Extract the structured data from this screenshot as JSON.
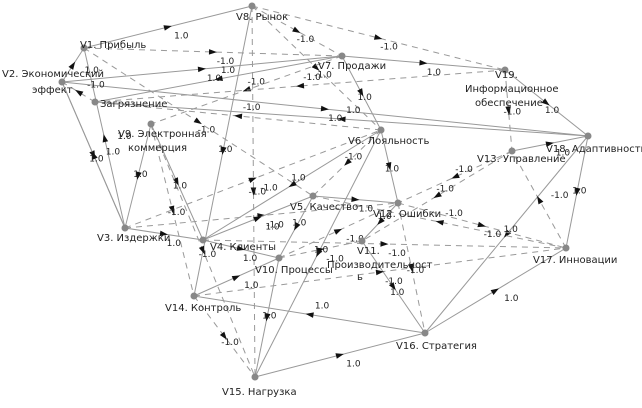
{
  "diagram": {
    "nodes": [
      {
        "id": "v1",
        "label": "V1. Прибыль"
      },
      {
        "id": "v2",
        "label": "V2. Экономический эффект"
      },
      {
        "id": "v3",
        "label": "V3. Издержки"
      },
      {
        "id": "v4",
        "label": "V4. Клиенты"
      },
      {
        "id": "v5",
        "label": "V5. Качество"
      },
      {
        "id": "v6",
        "label": "V6. Лояльность"
      },
      {
        "id": "v7",
        "label": "V7. Продажи"
      },
      {
        "id": "v8",
        "label": "V8. Рынок"
      },
      {
        "id": "v9",
        "label": "V9. Электронная коммерция"
      },
      {
        "id": "v10",
        "label": "V10. Процессы"
      },
      {
        "id": "v11",
        "label": "V11. Производительность"
      },
      {
        "id": "v12",
        "label": "V12. Ошибки"
      },
      {
        "id": "v13",
        "label": "V13. Управление"
      },
      {
        "id": "v14",
        "label": "V14. Контроль"
      },
      {
        "id": "v15",
        "label": "V15. Нагрузка"
      },
      {
        "id": "v16",
        "label": "V16. Стратегия"
      },
      {
        "id": "v17",
        "label": "V17. Инновации"
      },
      {
        "id": "v18",
        "label": "V18. Адаптивность"
      },
      {
        "id": "v19",
        "label": "V19. Информационное обеспечение"
      },
      {
        "id": "v20",
        "label": "Загрязнение"
      }
    ],
    "edges": [
      {
        "from": "v2",
        "to": "v1",
        "weight": "1.0"
      },
      {
        "from": "v1",
        "to": "v8",
        "weight": "1.0"
      },
      {
        "from": "v1",
        "to": "v7",
        "weight": "-1.0"
      },
      {
        "from": "v3",
        "to": "v1",
        "weight": "1.0"
      },
      {
        "from": "v2",
        "to": "v7",
        "weight": "1.0"
      },
      {
        "from": "v2",
        "to": "v18",
        "weight": "1.0"
      },
      {
        "from": "v2",
        "to": "v3",
        "weight": "1.0"
      },
      {
        "from": "v20",
        "to": "v2",
        "weight": "-1.0"
      },
      {
        "from": "v3",
        "to": "v2",
        "weight": "1.0"
      },
      {
        "from": "v7",
        "to": "v19",
        "weight": "1.0"
      },
      {
        "from": "v8",
        "to": "v7",
        "weight": "-1.0"
      },
      {
        "from": "v8",
        "to": "v19",
        "weight": "-1.0"
      },
      {
        "from": "v8",
        "to": "v6",
        "weight": "-1.0"
      },
      {
        "from": "v8",
        "to": "v14",
        "weight": "1.0"
      },
      {
        "from": "v8",
        "to": "v15",
        "weight": "-1.0"
      },
      {
        "from": "v7",
        "to": "v6",
        "weight": "1.0"
      },
      {
        "from": "v7",
        "to": "v20",
        "weight": "1.0"
      },
      {
        "from": "v7",
        "to": "v9",
        "weight": "-1.0"
      },
      {
        "from": "v6",
        "to": "v20",
        "weight": "-1.0"
      },
      {
        "from": "v18",
        "to": "v20",
        "weight": "1.0"
      },
      {
        "from": "v19",
        "to": "v13",
        "weight": "-1.0"
      },
      {
        "from": "v19",
        "to": "v20",
        "weight": "-1.0"
      },
      {
        "from": "v19",
        "to": "v18",
        "weight": "1.0"
      },
      {
        "from": "v13",
        "to": "v18",
        "weight": "1.0"
      },
      {
        "from": "v13",
        "to": "v12",
        "weight": "-1.0"
      },
      {
        "from": "v13",
        "to": "v11",
        "weight": "-1.0"
      },
      {
        "from": "v6",
        "to": "v12",
        "weight": "1.0"
      },
      {
        "from": "v6",
        "to": "v4",
        "weight": "1.0"
      },
      {
        "from": "v6",
        "to": "v5",
        "weight": "-1.0"
      },
      {
        "from": "v6",
        "to": "v15",
        "weight": "1.0"
      },
      {
        "from": "v18",
        "to": "v17",
        "weight": "1.0"
      },
      {
        "from": "v18",
        "to": "v16",
        "weight": "1.0"
      },
      {
        "from": "v9",
        "to": "v3",
        "weight": "1.0"
      },
      {
        "from": "v9",
        "to": "v4",
        "weight": "1.0"
      },
      {
        "from": "v9",
        "to": "v14",
        "weight": "-1.0"
      },
      {
        "from": "v9",
        "to": "v15",
        "weight": "-1.0"
      },
      {
        "from": "v1",
        "to": "v5",
        "weight": "-1.0"
      },
      {
        "from": "v3",
        "to": "v12",
        "weight": "-1.0"
      },
      {
        "from": "v3",
        "to": "v4",
        "weight": "1.0"
      },
      {
        "from": "v3",
        "to": "v6",
        "weight": "-1.0"
      },
      {
        "from": "v4",
        "to": "v5",
        "weight": "1.0"
      },
      {
        "from": "v4",
        "to": "v17",
        "weight": "-1.0"
      },
      {
        "from": "v5",
        "to": "v12",
        "weight": "1.0"
      },
      {
        "from": "v10",
        "to": "v12",
        "weight": "-1.0"
      },
      {
        "from": "v10",
        "to": "v11",
        "weight": "-1.0"
      },
      {
        "from": "v11",
        "to": "v16",
        "weight": "1.0"
      },
      {
        "from": "v12",
        "to": "v17",
        "weight": "-1.0"
      },
      {
        "from": "v12",
        "to": "v16",
        "weight": "-1.0"
      },
      {
        "from": "v12",
        "to": "v11",
        "weight": "1.0"
      },
      {
        "from": "v14",
        "to": "v10",
        "weight": "1.0"
      },
      {
        "from": "v14",
        "to": "v15",
        "weight": "-1.0"
      },
      {
        "from": "v14",
        "to": "v17",
        "weight": "-1.0"
      },
      {
        "from": "v15",
        "to": "v16",
        "weight": "1.0"
      },
      {
        "from": "v16",
        "to": "v14",
        "weight": "1.0"
      },
      {
        "from": "v16",
        "to": "v17",
        "weight": "1.0"
      },
      {
        "from": "v17",
        "to": "v13",
        "weight": "-1.0"
      },
      {
        "from": "v17",
        "to": "v5",
        "weight": "-1.0"
      },
      {
        "from": "v10",
        "to": "v15",
        "weight": "1.0"
      },
      {
        "from": "v5",
        "to": "v10",
        "weight": "1.0"
      },
      {
        "from": "v4",
        "to": "v10",
        "weight": "1.0"
      }
    ]
  }
}
